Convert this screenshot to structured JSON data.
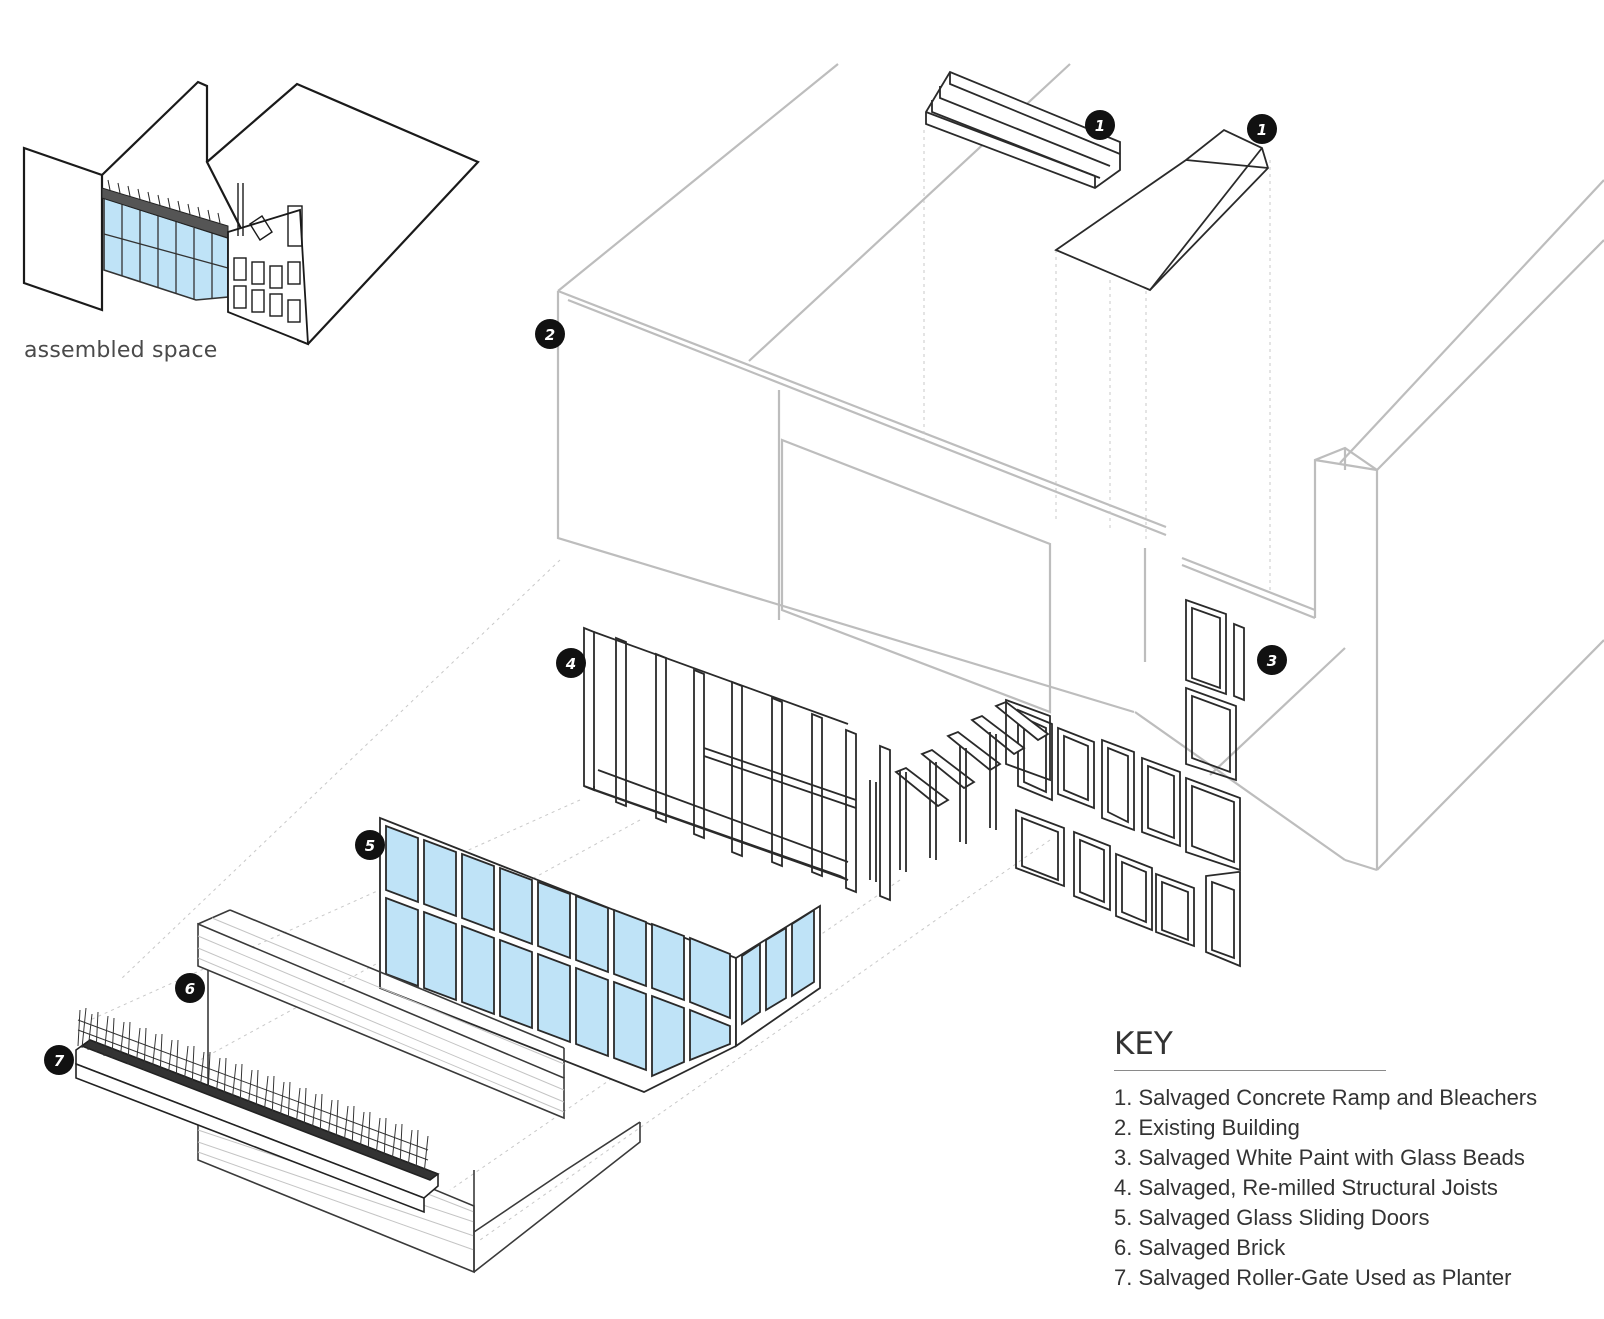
{
  "caption": "assembled space",
  "key": {
    "title": "KEY",
    "items": [
      "1. Salvaged Concrete Ramp and Bleachers",
      "2. Existing Building",
      "3. Salvaged White Paint with Glass Beads",
      "4. Salvaged, Re-milled Structural Joists",
      "5. Salvaged Glass Sliding Doors",
      "6. Salvaged Brick",
      "7. Salvaged Roller-Gate Used as Planter"
    ]
  },
  "markers": [
    {
      "label": "1",
      "refers_to": "Salvaged Concrete Ramp and Bleachers"
    },
    {
      "label": "1",
      "refers_to": "Salvaged Concrete Ramp and Bleachers"
    },
    {
      "label": "2",
      "refers_to": "Existing Building"
    },
    {
      "label": "3",
      "refers_to": "Salvaged White Paint with Glass Beads"
    },
    {
      "label": "4",
      "refers_to": "Salvaged, Re-milled Structural Joists"
    },
    {
      "label": "5",
      "refers_to": "Salvaged Glass Sliding Doors"
    },
    {
      "label": "6",
      "refers_to": "Salvaged Brick"
    },
    {
      "label": "7",
      "refers_to": "Salvaged Roller-Gate Used as Planter"
    }
  ],
  "colors": {
    "glass": "#bfe3f7",
    "line": "#2a2a2a",
    "building_line": "#b8b8b8",
    "badge": "#111111"
  }
}
